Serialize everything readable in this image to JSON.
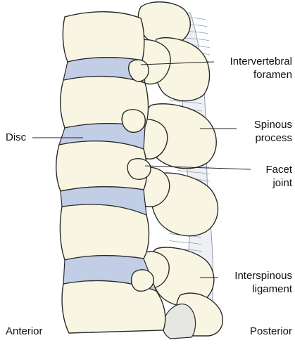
{
  "labels": {
    "intervertebral_foramen": [
      "Intervertebral",
      "foramen"
    ],
    "spinous_process": [
      "Spinous",
      "process"
    ],
    "disc": "Disc",
    "facet_joint": [
      "Facet",
      "joint"
    ],
    "interspinous_ligament": [
      "Interspinous",
      "ligament"
    ],
    "anterior": "Anterior",
    "posterior": "Posterior"
  },
  "colors": {
    "bone": "#f8f6e3",
    "bone_outline": "#2b2b2b",
    "disc": "#c2cde6",
    "ligament": "#8e9cb0",
    "gap": "#e6e6e2",
    "leader": "#222222"
  }
}
